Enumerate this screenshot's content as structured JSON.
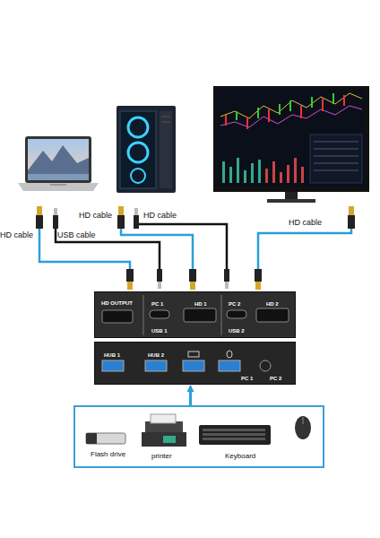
{
  "diagram": {
    "nodes": [
      {
        "text": [
          "HD OUTPUT",
          "PC 1",
          "HD 1",
          "USB 1",
          "PC 2",
          "HD 2",
          "USB 2"
        ]
      },
      {
        "text": [
          "HUB 1",
          "HUB 2",
          "PC 1",
          "PC 2"
        ]
      },
      {
        "text": [
          "Flash drive",
          "printer",
          "Keyboard"
        ]
      }
    ],
    "edges": [
      {
        "from": 2,
        "to": 1,
        "arrow": "to"
      }
    ],
    "labels": [
      "HD cable",
      "USB cable",
      "HD cable",
      "HD cable",
      "HD cable"
    ]
  }
}
